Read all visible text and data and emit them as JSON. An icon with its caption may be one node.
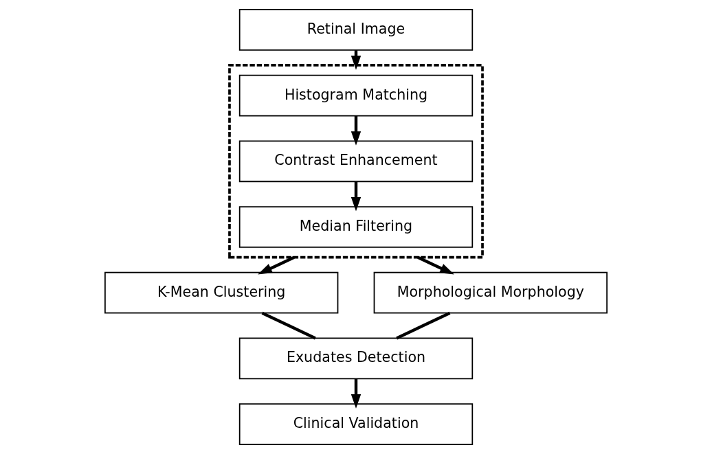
{
  "diagram": {
    "nodes": [
      {
        "text": [
          "Retinal Image"
        ]
      },
      {
        "text": [],
        "shape": "box"
      },
      {
        "text": [
          "Histogram Matching"
        ],
        "in": 1
      },
      {
        "text": [
          "Contrast Enhancement"
        ],
        "in": 1
      },
      {
        "text": [
          "Median Filtering"
        ],
        "in": 1
      },
      {
        "text": [
          "K-Mean Clustering"
        ]
      },
      {
        "text": [
          "Morphological Morphology"
        ]
      },
      {
        "text": [
          "Exudates Detection"
        ]
      },
      {
        "text": [
          "Clinical Validation"
        ]
      }
    ],
    "edges": [
      {
        "from": 0,
        "to": 1,
        "arrow": "to"
      },
      {
        "from": 2,
        "to": 3,
        "arrow": "to"
      },
      {
        "from": 3,
        "to": 4,
        "arrow": "to"
      },
      {
        "from": 1,
        "to": 5,
        "arrow": "to"
      },
      {
        "from": 1,
        "to": 6,
        "arrow": "to"
      },
      {
        "from": 5,
        "to": 7,
        "arrow": "none"
      },
      {
        "from": 6,
        "to": 7,
        "arrow": "none"
      },
      {
        "from": 7,
        "to": 8,
        "arrow": "to"
      }
    ]
  }
}
